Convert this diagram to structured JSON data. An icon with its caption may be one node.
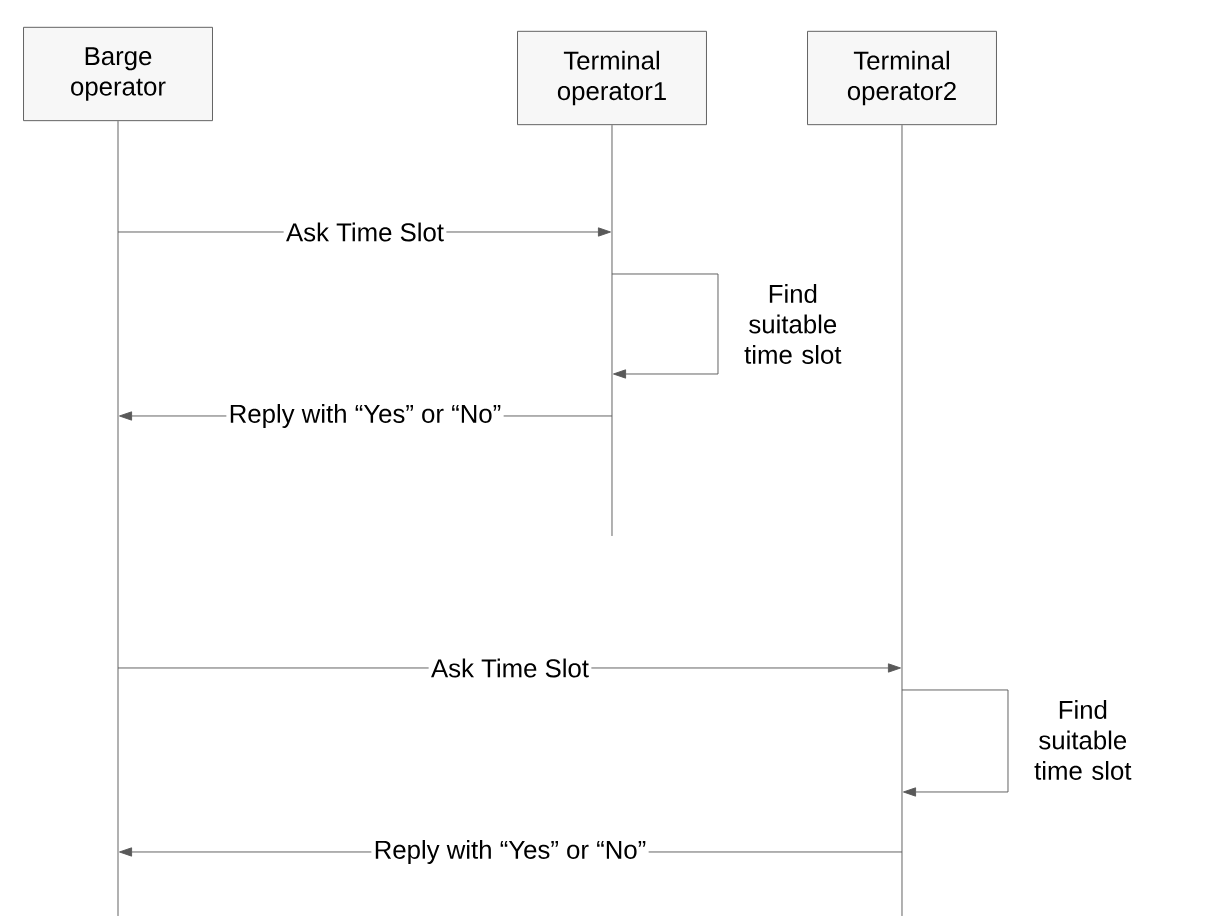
{
  "diagram": {
    "nodes": [
      {
        "text": [
          "Barge operator"
        ]
      },
      {
        "text": [
          "Terminal operator1"
        ]
      },
      {
        "text": [
          "Terminal operator2"
        ]
      }
    ],
    "edges": [
      {
        "from": 0,
        "to": 1,
        "arrow": "to",
        "label": "Ask Time Slot"
      },
      {
        "from": 1,
        "to": 1,
        "arrow": "to",
        "label": "Find suitable time slot"
      },
      {
        "from": 1,
        "to": 0,
        "arrow": "to",
        "label": "Reply with “Yes” or “No”"
      },
      {
        "from": 0,
        "to": 2,
        "arrow": "to",
        "label": "Ask Time Slot"
      },
      {
        "from": 2,
        "to": 2,
        "arrow": "to",
        "label": "Find suitable time slot"
      },
      {
        "from": 2,
        "to": 0,
        "arrow": "to",
        "label": "Reply with “Yes” or “No”"
      }
    ]
  }
}
